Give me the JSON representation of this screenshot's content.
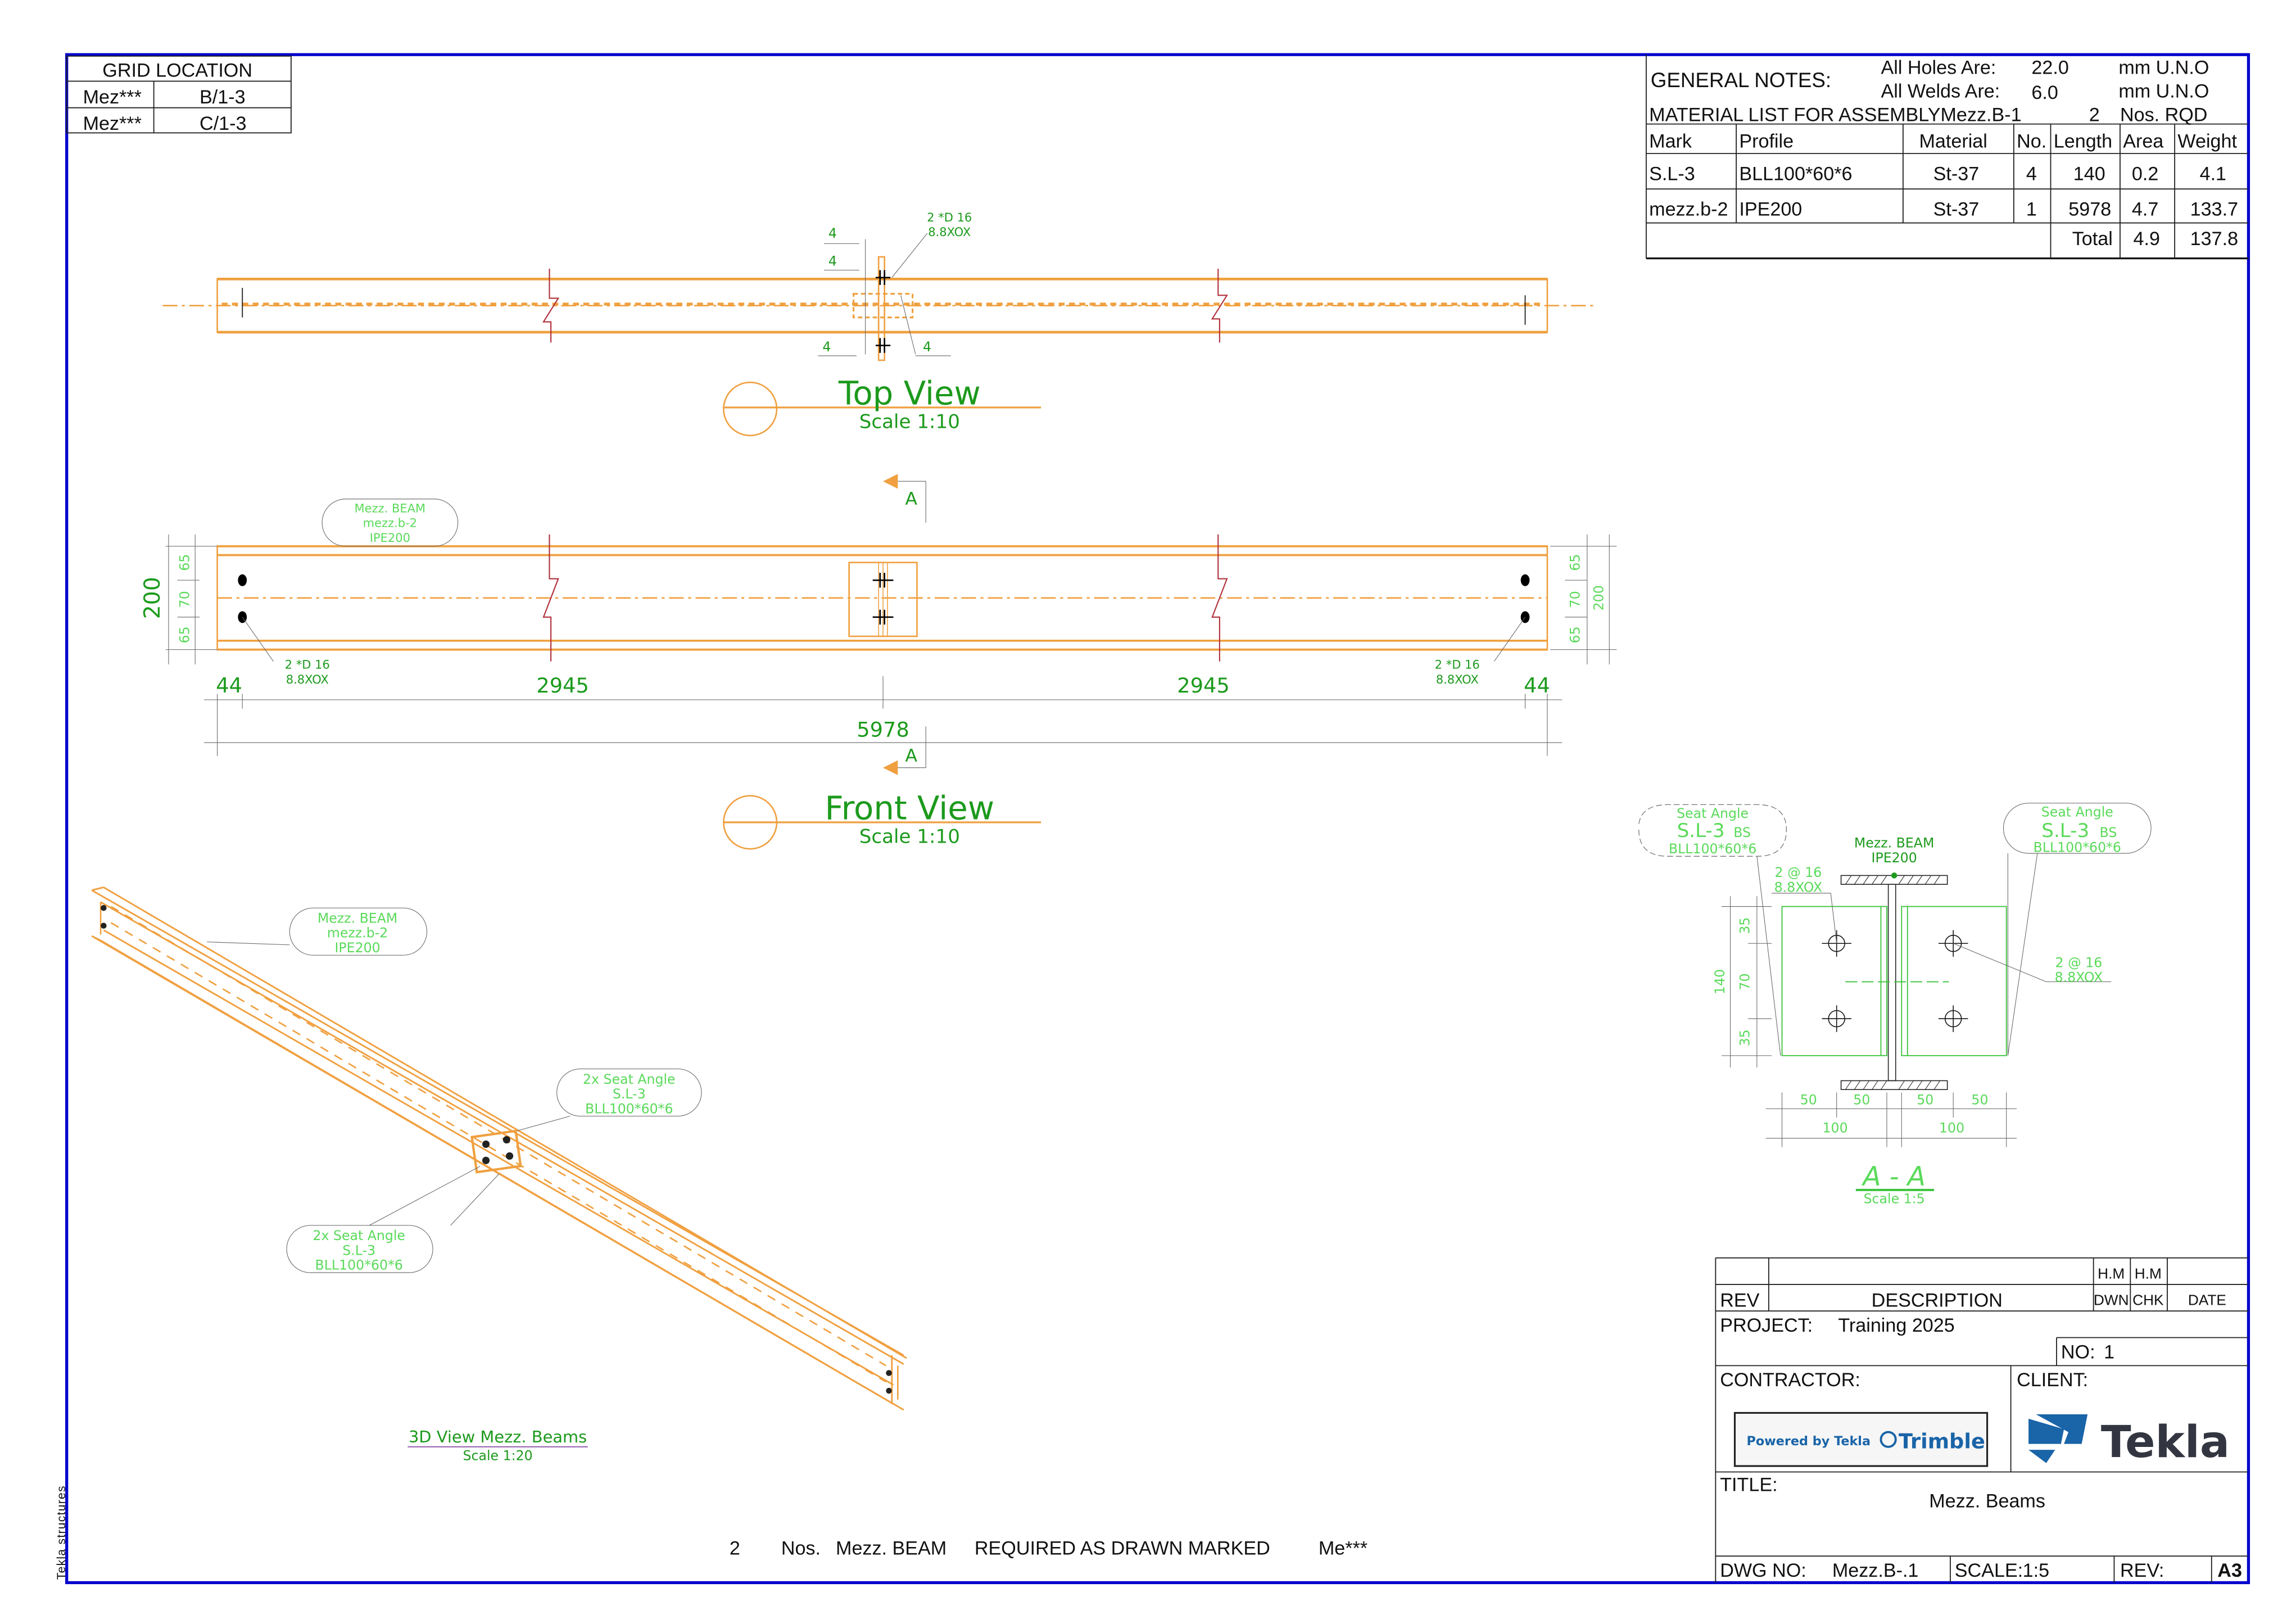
{
  "side_label": "Tekla structures",
  "grid_location": {
    "title": "GRID LOCATION",
    "rows": [
      [
        "Mez***",
        "B/1-3"
      ],
      [
        "Mez***",
        "C/1-3"
      ]
    ]
  },
  "general_notes": {
    "label": "GENERAL NOTES:",
    "holes_label": "All Holes Are:",
    "holes_value": "22.0",
    "holes_unit": "mm U.N.O",
    "welds_label": "All Welds Are:",
    "welds_value": "6.0",
    "welds_unit": "mm U.N.O",
    "material_list_title": "MATERIAL LIST FOR ASSEMBLYMezz.B-1",
    "qty": "2",
    "qty_unit": "Nos. RQD"
  },
  "material_table": {
    "headers": [
      "Mark",
      "Profile",
      "Material",
      "No.",
      "Length",
      "Area",
      "Weight"
    ],
    "rows": [
      [
        "S.L-3",
        "BLL100*60*6",
        "St-37",
        "4",
        "140",
        "0.2",
        "4.1"
      ],
      [
        "mezz.b-2",
        "IPE200",
        "St-37",
        "1",
        "5978",
        "4.7",
        "133.7"
      ]
    ],
    "total_label": "Total",
    "total_area": "4.9",
    "total_weight": "137.8"
  },
  "top_view": {
    "title": "Top View",
    "scale": "Scale 1:10",
    "bolt_note": [
      "2 *D 16",
      "8.8XOX"
    ],
    "weld_size": "4"
  },
  "section_marker": "A",
  "front_view": {
    "title": "Front View",
    "scale": "Scale 1:10",
    "beam_tag": [
      "Mezz. BEAM",
      "mezz.b-2",
      "IPE200"
    ],
    "bolt_note": [
      "2 *D 16",
      "8.8XOX"
    ],
    "height_dim": "200",
    "side_dims": [
      "65",
      "70",
      "65"
    ],
    "right_total": "200",
    "bottom_dims": [
      "44",
      "2945",
      "2945",
      "44"
    ],
    "overall_dim": "5978"
  },
  "section_aa": {
    "title": "A - A",
    "scale": "Scale 1:5",
    "beam_label": [
      "Mezz. BEAM",
      "IPE200"
    ],
    "seat_tag": [
      "Seat Angle",
      "S.L-3",
      "BS",
      "BLL100*60*6"
    ],
    "bolt_note": [
      "2 @ 16",
      "8.8XOX"
    ],
    "vertical_total": "140",
    "vertical_dims": [
      "35",
      "70",
      "35"
    ],
    "horizontal_dims": [
      "50",
      "50",
      "50",
      "50"
    ],
    "horizontal_totals": [
      "100",
      "100"
    ]
  },
  "view_3d": {
    "title": "3D View Mezz. Beams",
    "scale": "Scale 1:20",
    "beam_tag": [
      "Mezz. BEAM",
      "mezz.b-2",
      "IPE200"
    ],
    "seat_tag": [
      "2x Seat Angle",
      "S.L-3",
      "BLL100*60*6"
    ]
  },
  "bottom_note": {
    "qty": "2",
    "unit": "Nos.",
    "name": "Mezz. BEAM",
    "text": "REQUIRED AS DRAWN MARKED",
    "mark": "Me***"
  },
  "title_block": {
    "drawn_by": "H.M",
    "checked_by": "H.M",
    "rev_label": "REV",
    "description_label": "DESCRIPTION",
    "dwn_label": "DWN",
    "chk_label": "CHK",
    "date_label": "DATE",
    "project_label": "PROJECT:",
    "project": "Training 2025",
    "no_label": "NO:",
    "no": "1",
    "contractor_label": "CONTRACTOR:",
    "client_label": "CLIENT:",
    "contractor_logo": "Powered by Tekla Trimble",
    "client_logo": "Tekla",
    "title_label": "TITLE:",
    "title": "Mezz. Beams",
    "dwg_no_label": "DWG NO:",
    "dwg_no": "Mezz.B-.1",
    "scale_label": "SCALE:",
    "scale": "1:5",
    "rev_field_label": "REV:",
    "sheet_size": "A3"
  },
  "colors": {
    "frame": "#0000cc",
    "steel": "#f0a040",
    "annotation": "#1c9a1c",
    "tag": "#5ada5a",
    "logo_blue": "#1a64a8"
  }
}
